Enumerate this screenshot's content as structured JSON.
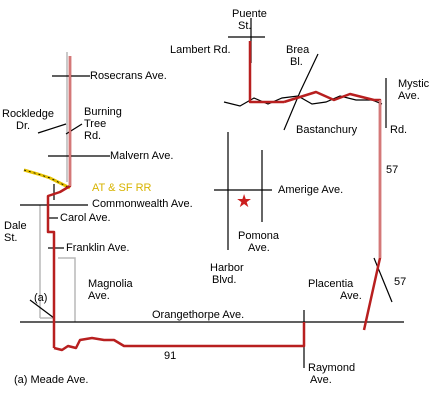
{
  "colors": {
    "route": "#b81f1f",
    "route_dark": "#8a1515",
    "street": "#000000",
    "minor_street": "#b8b8b8",
    "railroad": "#e6c200",
    "railroad_label": "#d7b300",
    "marker": "#cc1f1f"
  },
  "icons": {
    "destination": "star-icon"
  },
  "streets": {
    "puente_1": "Puente",
    "puente_2": "St.",
    "lambert": "Lambert Rd.",
    "brea_1": "Brea",
    "brea_2": "Bl.",
    "mystic_1": "Mystic",
    "mystic_2": "Ave.",
    "rosecrans": "Rosecrans Ave.",
    "rockledge_1": "Rockledge",
    "rockledge_2": "Dr.",
    "burning_1": "Burning",
    "burning_2": "Tree",
    "burning_3": "Rd.",
    "bastanchury": "Bastanchury",
    "bastanchury_rd": "Rd.",
    "malvern": "Malvern Ave.",
    "railroad": "AT & SF RR",
    "amerige": "Amerige Ave.",
    "commonwealth": "Commonwealth Ave.",
    "carol": "Carol Ave.",
    "dale_1": "Dale",
    "dale_2": "St.",
    "pomona_1": "Pomona",
    "pomona_2": "Ave.",
    "franklin": "Franklin Ave.",
    "harbor_1": "Harbor",
    "harbor_2": "Blvd.",
    "magnolia_1": "Magnolia",
    "magnolia_2": "Ave.",
    "placentia_1": "Placentia",
    "placentia_2": "Ave.",
    "orangethorpe": "Orangethorpe Ave.",
    "raymond_1": "Raymond",
    "raymond_2": "Ave."
  },
  "freeways": {
    "f57_upper": "57",
    "f57_lower": "57",
    "f91": "91"
  },
  "markers": {
    "a_label": "(a)"
  },
  "legend": {
    "note": "(a) Meade Ave."
  }
}
